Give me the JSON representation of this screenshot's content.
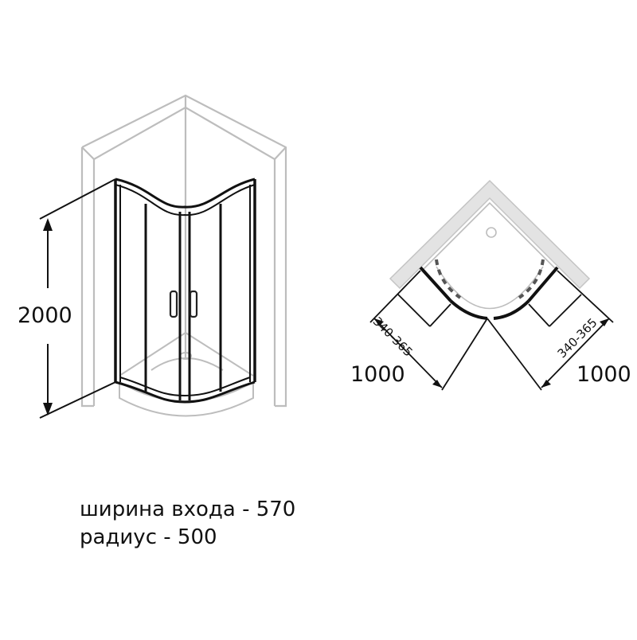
{
  "elevation": {
    "height_label": "2000"
  },
  "plan": {
    "left_width_label": "1000",
    "right_width_label": "1000",
    "left_entry_label": "340-365",
    "right_entry_label": "340-365"
  },
  "notes": {
    "entry_width": "ширина входа - 570",
    "radius": "радиус - 500"
  },
  "colors": {
    "wall": "#bdbdbd",
    "frame": "#111111",
    "door_handle": "#222222"
  }
}
